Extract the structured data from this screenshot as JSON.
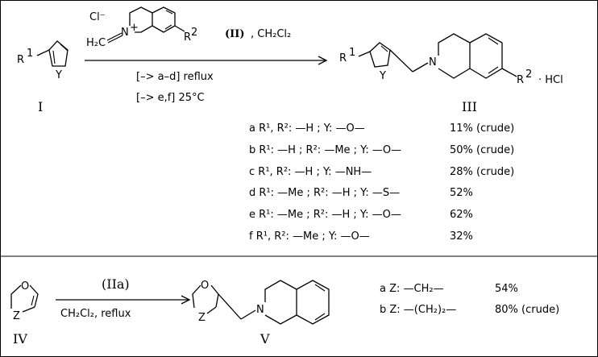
{
  "top_reaction": {
    "reactant_label": "I",
    "product_label": "III",
    "reagent_label": "(II)",
    "solvent": ", CH₂Cl₂",
    "counterion": "Cl⁻",
    "charge": "+",
    "cond_1": "[–> a–d]  reflux",
    "cond_2": "[–> e,f]  25°C",
    "r1": "R",
    "r1_sup": "1",
    "r2": "R",
    "r2_sup": "2",
    "y": "Y",
    "n": "N",
    "h2c": "H₂C",
    "hcl": "· HCl",
    "entries": [
      {
        "substituents": "a R¹, R²: —H ; Y: —O—",
        "yield": "11% (crude)"
      },
      {
        "substituents": "b R¹: —H ; R²: —Me ; Y: —O—",
        "yield": "50% (crude)"
      },
      {
        "substituents": "c R¹, R²: —H ; Y: —NH—",
        "yield": "28% (crude)"
      },
      {
        "substituents": "d R¹: —Me ; R²: —H ; Y: —S—",
        "yield": "52%"
      },
      {
        "substituents": "e R¹: —Me ; R²: —H ; Y: —O—",
        "yield": "62%"
      },
      {
        "substituents": "f R¹, R²: —Me ; Y: —O—",
        "yield": "32%"
      }
    ]
  },
  "bottom_reaction": {
    "reactant_label": "IV",
    "product_label": "V",
    "reagent_label": "(IIa)",
    "conditions": "CH₂Cl₂,   reflux",
    "o": "O",
    "z": "Z",
    "n": "N",
    "entries": [
      {
        "substituents": "a Z: —CH₂—",
        "yield": "54%"
      },
      {
        "substituents": "b Z: —(CH₂)₂—",
        "yield": "80% (crude)"
      }
    ]
  }
}
